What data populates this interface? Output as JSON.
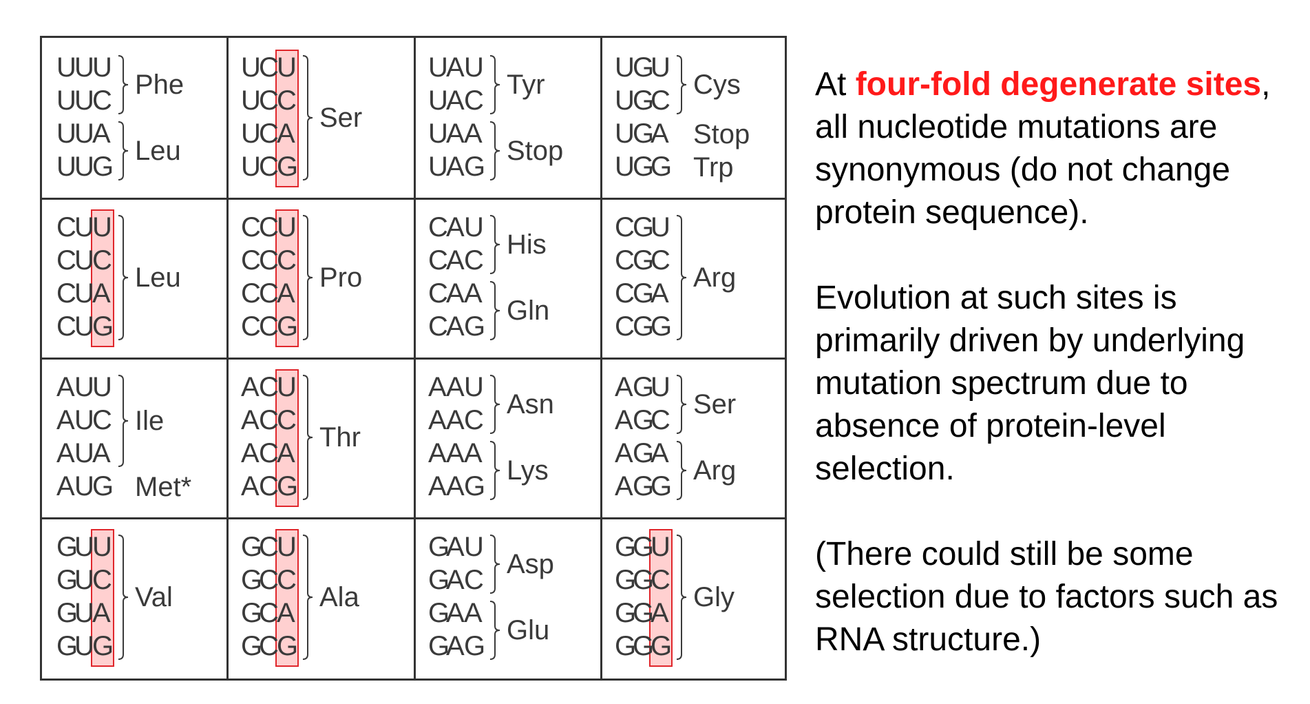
{
  "table": {
    "rows": [
      [
        {
          "codons": [
            "UUU",
            "UUC",
            "UUA",
            "UUG"
          ],
          "highlight": false,
          "groups": [
            {
              "aa": "Phe",
              "from": 0,
              "to": 1
            },
            {
              "aa": "Leu",
              "from": 2,
              "to": 3
            }
          ]
        },
        {
          "codons": [
            "UCU",
            "UCC",
            "UCA",
            "UCG"
          ],
          "highlight": true,
          "groups": [
            {
              "aa": "Ser",
              "from": 0,
              "to": 3
            }
          ]
        },
        {
          "codons": [
            "UAU",
            "UAC",
            "UAA",
            "UAG"
          ],
          "highlight": false,
          "groups": [
            {
              "aa": "Tyr",
              "from": 0,
              "to": 1
            },
            {
              "aa": "Stop",
              "from": 2,
              "to": 3
            }
          ]
        },
        {
          "codons": [
            "UGU",
            "UGC",
            "UGA",
            "UGG"
          ],
          "highlight": false,
          "groups": [
            {
              "aa": "Cys",
              "from": 0,
              "to": 1
            },
            {
              "aa": "Stop",
              "from": 2,
              "to": 2
            },
            {
              "aa": "Trp",
              "from": 3,
              "to": 3
            }
          ]
        }
      ],
      [
        {
          "codons": [
            "CUU",
            "CUC",
            "CUA",
            "CUG"
          ],
          "highlight": true,
          "groups": [
            {
              "aa": "Leu",
              "from": 0,
              "to": 3
            }
          ]
        },
        {
          "codons": [
            "CCU",
            "CCC",
            "CCA",
            "CCG"
          ],
          "highlight": true,
          "groups": [
            {
              "aa": "Pro",
              "from": 0,
              "to": 3
            }
          ]
        },
        {
          "codons": [
            "CAU",
            "CAC",
            "CAA",
            "CAG"
          ],
          "highlight": false,
          "groups": [
            {
              "aa": "His",
              "from": 0,
              "to": 1
            },
            {
              "aa": "Gln",
              "from": 2,
              "to": 3
            }
          ]
        },
        {
          "codons": [
            "CGU",
            "CGC",
            "CGA",
            "CGG"
          ],
          "highlight": false,
          "groups": [
            {
              "aa": "Arg",
              "from": 0,
              "to": 3
            }
          ]
        }
      ],
      [
        {
          "codons": [
            "AUU",
            "AUC",
            "AUA",
            "AUG"
          ],
          "highlight": false,
          "groups": [
            {
              "aa": "Ile",
              "from": 0,
              "to": 2
            },
            {
              "aa": "Met*",
              "from": 3,
              "to": 3
            }
          ]
        },
        {
          "codons": [
            "ACU",
            "ACC",
            "ACA",
            "ACG"
          ],
          "highlight": true,
          "groups": [
            {
              "aa": "Thr",
              "from": 0,
              "to": 3
            }
          ]
        },
        {
          "codons": [
            "AAU",
            "AAC",
            "AAA",
            "AAG"
          ],
          "highlight": false,
          "groups": [
            {
              "aa": "Asn",
              "from": 0,
              "to": 1
            },
            {
              "aa": "Lys",
              "from": 2,
              "to": 3
            }
          ]
        },
        {
          "codons": [
            "AGU",
            "AGC",
            "AGA",
            "AGG"
          ],
          "highlight": false,
          "groups": [
            {
              "aa": "Ser",
              "from": 0,
              "to": 1
            },
            {
              "aa": "Arg",
              "from": 2,
              "to": 3
            }
          ]
        }
      ],
      [
        {
          "codons": [
            "GUU",
            "GUC",
            "GUA",
            "GUG"
          ],
          "highlight": true,
          "groups": [
            {
              "aa": "Val",
              "from": 0,
              "to": 3
            }
          ]
        },
        {
          "codons": [
            "GCU",
            "GCC",
            "GCA",
            "GCG"
          ],
          "highlight": true,
          "groups": [
            {
              "aa": "Ala",
              "from": 0,
              "to": 3
            }
          ]
        },
        {
          "codons": [
            "GAU",
            "GAC",
            "GAA",
            "GAG"
          ],
          "highlight": false,
          "groups": [
            {
              "aa": "Asp",
              "from": 0,
              "to": 1
            },
            {
              "aa": "Glu",
              "from": 2,
              "to": 3
            }
          ]
        },
        {
          "codons": [
            "GGU",
            "GGC",
            "GGA",
            "GGG"
          ],
          "highlight": true,
          "groups": [
            {
              "aa": "Gly",
              "from": 0,
              "to": 3
            }
          ]
        }
      ]
    ]
  },
  "description": {
    "p1_prefix": "At ",
    "p1_emphasis": "four-fold degenerate sites",
    "p1_suffix": ", all nucleotide mutations are synonymous (do not change protein sequence).",
    "p2": "Evolution at such sites is primarily driven by underlying mutation spectrum due to absence of protein-level selection.",
    "p3": "(There could still be some selection due to factors such as RNA structure.)"
  },
  "colors": {
    "emphasis": "#ff1a1a",
    "highlight_border": "#e0262b",
    "highlight_fill": "#ffb3b3",
    "grid": "#333333",
    "text": "#3a3a3a"
  }
}
